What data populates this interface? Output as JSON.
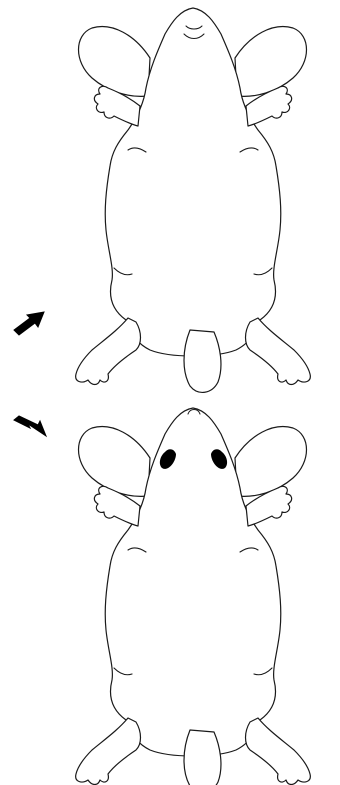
{
  "figure": {
    "panels": [
      {
        "view": "ventral",
        "marker": "arrow-pointing-up-right",
        "eyes_visible": false
      },
      {
        "view": "dorsal",
        "marker": "arrow-pointing-down-right",
        "eyes_visible": true
      }
    ],
    "colors": {
      "line": "#1a1a1a",
      "fill": "#ffffff",
      "arrow": "#000000",
      "eye": "#000000"
    }
  }
}
